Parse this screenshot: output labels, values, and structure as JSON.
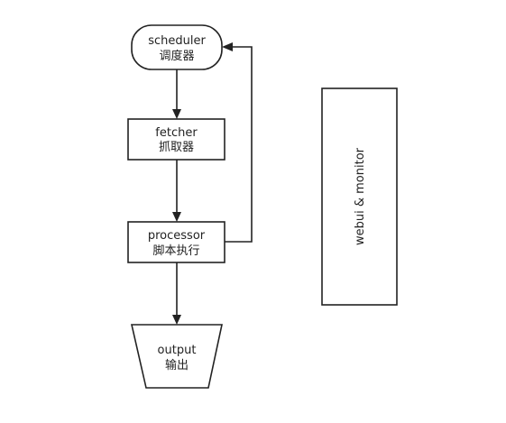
{
  "nodes": {
    "scheduler": {
      "line1": "scheduler",
      "line2": "调度器"
    },
    "fetcher": {
      "line1": "fetcher",
      "line2": "抓取器"
    },
    "processor": {
      "line1": "processor",
      "line2": "脚本执行"
    },
    "output": {
      "line1": "output",
      "line2": "输出"
    },
    "webui": {
      "label": "webui & monitor"
    }
  },
  "edges": [
    {
      "from": "scheduler",
      "to": "fetcher"
    },
    {
      "from": "fetcher",
      "to": "processor"
    },
    {
      "from": "processor",
      "to": "output"
    },
    {
      "from": "processor",
      "to": "scheduler"
    }
  ],
  "colors": {
    "stroke": "#222222",
    "background": "#ffffff"
  }
}
